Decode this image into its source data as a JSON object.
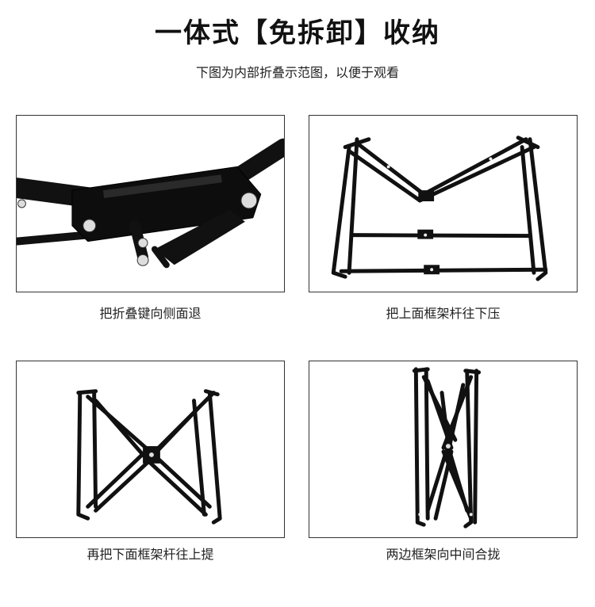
{
  "title": "一体式【免拆卸】收纳",
  "subtitle": "下图为内部折叠示范图，以便于观看",
  "steps": [
    {
      "caption": "把折叠键向侧面退"
    },
    {
      "caption": "把上面框架杆往下压"
    },
    {
      "caption": "再把下面框架杆往上提"
    },
    {
      "caption": "两边框架向中间合拢"
    }
  ]
}
